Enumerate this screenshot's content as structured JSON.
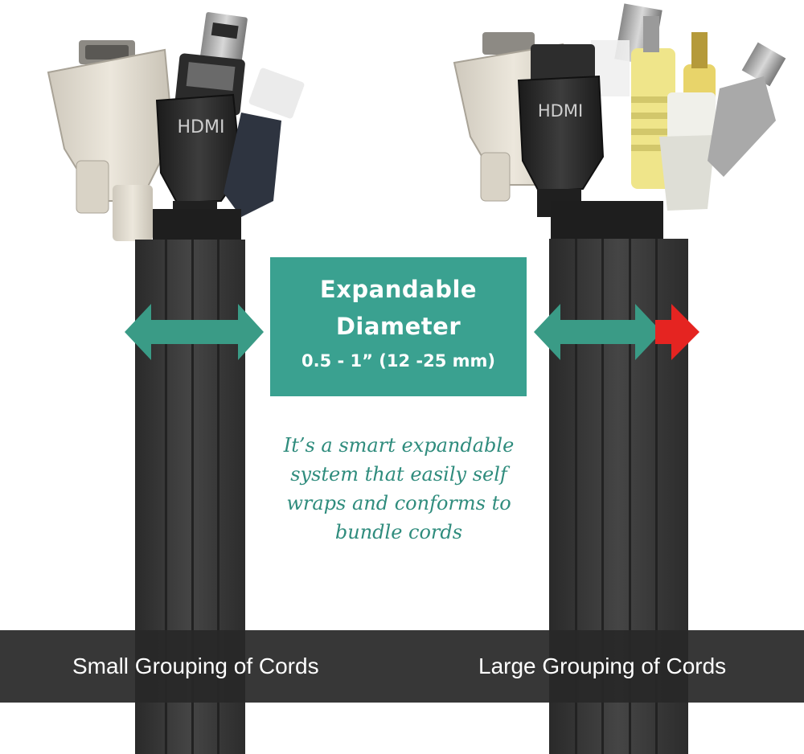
{
  "info_box": {
    "title_line1": "Expandable",
    "title_line2": "Diameter",
    "spec": "0.5 - 1” (12 -25 mm)"
  },
  "tagline": "It’s a smart expandable system that easily self wraps and conforms to bundle cords",
  "captions": {
    "left": "Small Grouping of Cords",
    "right": "Large Grouping of Cords"
  },
  "connector_labels": {
    "left_hdmi": "HDMI",
    "right_hdmi": "HDMI"
  },
  "colors": {
    "teal": "#3aa190",
    "arrow_teal": "#3a9b86",
    "expand_red": "#e52421",
    "sleeve": "#3b3b3b",
    "caption_band": "#282828"
  }
}
